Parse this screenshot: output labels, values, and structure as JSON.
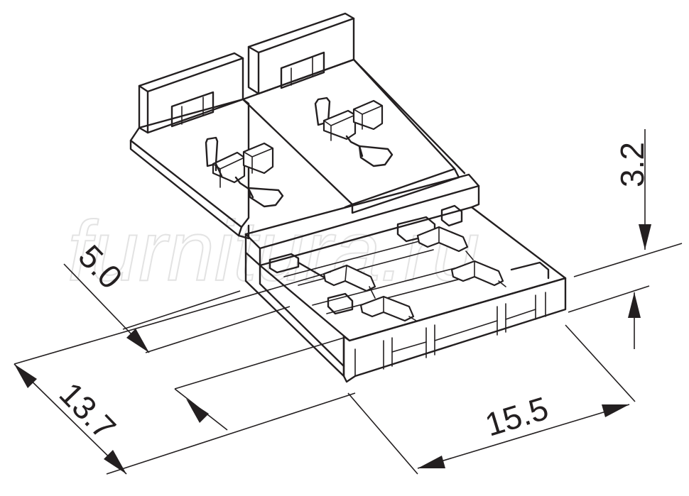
{
  "watermark": "furnitura.ru",
  "dimensions": {
    "height": "3.2",
    "pitch": "5.0",
    "width": "13.7",
    "length": "15.5"
  },
  "colors": {
    "line": "#231f20",
    "background": "#ffffff",
    "watermark": "#e3e3e3"
  }
}
